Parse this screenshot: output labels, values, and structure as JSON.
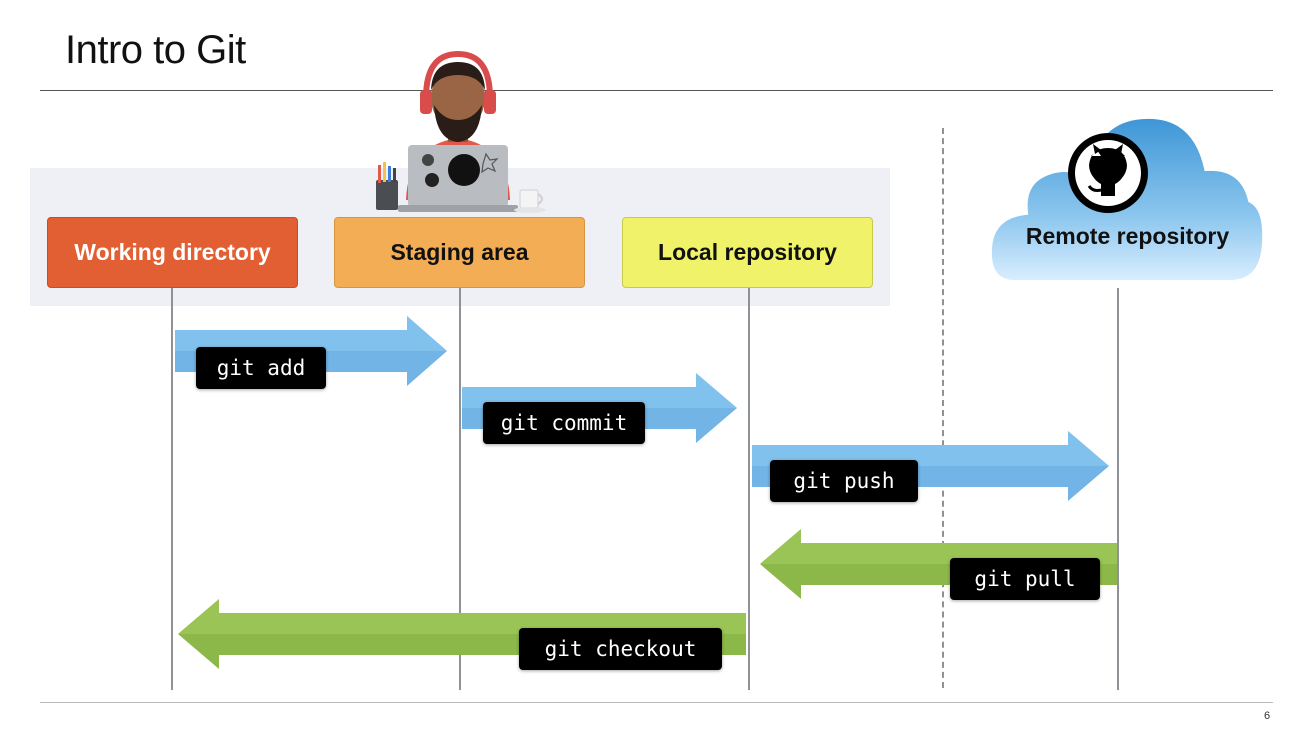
{
  "slide": {
    "title": "Intro to Git",
    "page_number": "6"
  },
  "stages": {
    "working": "Working directory",
    "staging": "Staging area",
    "local": "Local repository",
    "remote": "Remote repository"
  },
  "commands": {
    "add": "git add",
    "commit": "git commit",
    "push": "git push",
    "pull": "git pull",
    "checkout": "git checkout"
  },
  "colors": {
    "working": "#e25e33",
    "staging": "#f2ad55",
    "local": "#f0f26a",
    "forward_arrow": "#72b4e6",
    "backward_arrow": "#8cb84a",
    "cloud": "#4aa3de"
  },
  "illustrations": {
    "developer": "developer-at-laptop-illustration",
    "remote_logo": "github-octocat-icon"
  }
}
